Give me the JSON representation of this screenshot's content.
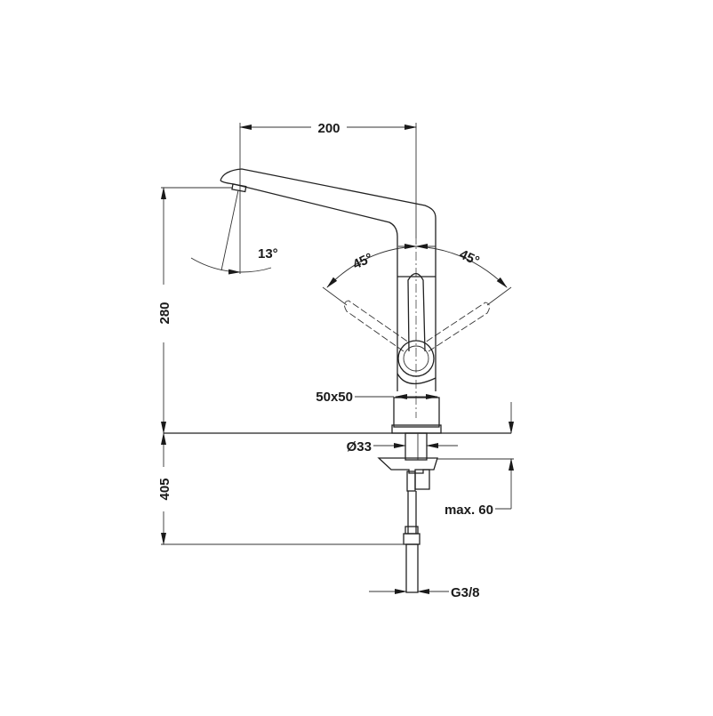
{
  "drawing": {
    "dim_spout_reach": "200",
    "dim_spray_angle": "13°",
    "dim_handle_left": "45°",
    "dim_handle_right": "45°",
    "dim_height": "280",
    "dim_base": "50x50",
    "dim_hole": "Ø33",
    "dim_below_counter": "405",
    "dim_counter_thickness": "max. 60",
    "dim_connection": "G3/8"
  }
}
